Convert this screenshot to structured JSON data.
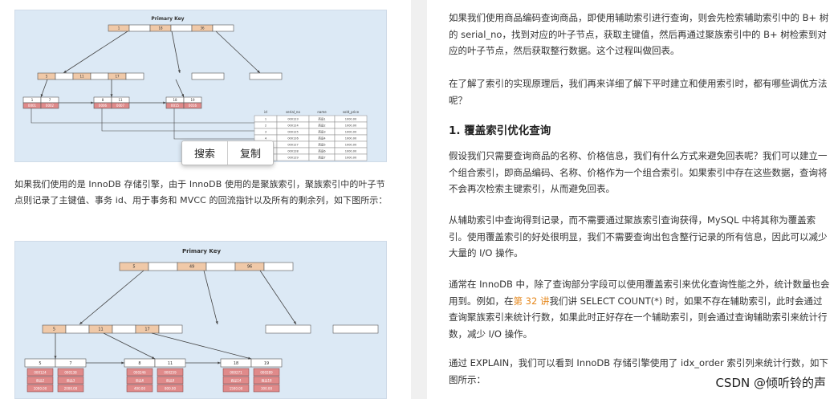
{
  "figures": {
    "top": {
      "title": "Primary Key",
      "root_keys": [
        "1",
        "18",
        "36"
      ],
      "level2_keys": [
        "5",
        "11",
        "17"
      ],
      "leaf_keys": [
        "1",
        "7",
        "8",
        "11",
        "18",
        "19"
      ],
      "leaf_ids": [
        "0001",
        "0002",
        "0006",
        "0007",
        "0015",
        "0016"
      ],
      "table_headers": [
        "id",
        "serial_no",
        "name",
        "sold_price"
      ],
      "table_rows": [
        [
          "1",
          "000123",
          "商品1",
          "1000.00"
        ],
        [
          "2",
          "000124",
          "商品2",
          "1000.00"
        ],
        [
          "3",
          "000125",
          "商品3",
          "1000.00"
        ],
        [
          "4",
          "000126",
          "商品4",
          "1000.00"
        ],
        [
          "5",
          "000127",
          "商品5",
          "1000.00"
        ],
        [
          "6",
          "000128",
          "商品6",
          "1000.00"
        ],
        [
          "7",
          "000129",
          "商品7",
          "1000.00"
        ]
      ]
    },
    "bottom": {
      "title": "Primary Key",
      "root_keys": [
        "5",
        "49",
        "96"
      ],
      "level2_keys": [
        "5",
        "11",
        "17"
      ],
      "leaf_keys": [
        "5",
        "7",
        "8",
        "11",
        "18",
        "19"
      ],
      "leaf_row1": [
        "000124",
        "000138",
        "000246",
        "000259",
        "000271",
        "000289"
      ],
      "leaf_row2": [
        "商品2",
        "商品3",
        "商品6",
        "商品9",
        "商品14",
        "商品18"
      ],
      "leaf_row3": [
        "1000.00",
        "2000.00",
        "400.00",
        "800.00",
        "1500.00",
        "300.00"
      ]
    }
  },
  "popup": {
    "search": "搜索",
    "copy": "复制"
  },
  "left_text": "如果我们使用的是 InnoDB 存储引擎，由于 InnoDB 使用的是聚族索引，聚族索引中的叶子节点则记录了主键值、事务 id、用于事务和 MVCC 的回流指针以及所有的剩余列，如下图所示：",
  "right": {
    "p1": "如果我们使用商品编码查询商品，即使用辅助索引进行查询，则会先检索辅助索引中的 B+ 树的 serial_no，找到对应的叶子节点，获取主键值，然后再通过聚族索引中的 B+ 树检索到对应的叶子节点，然后获取整行数据。这个过程叫做回表。",
    "p2": "在了解了索引的实现原理后，我们再来详细了解下平时建立和使用索引时，都有哪些调优方法呢？",
    "heading": "1. 覆盖索引优化查询",
    "p3": "假设我们只需要查询商品的名称、价格信息，我们有什么方式来避免回表呢？我们可以建立一个组合索引，即商品编码、名称、价格作为一个组合索引。如果索引中存在这些数据，查询将不会再次检索主键索引，从而避免回表。",
    "p4": "从辅助索引中查询得到记录，而不需要通过聚族索引查询获得，MySQL 中将其称为覆盖索引。使用覆盖索引的好处很明显，我们不需要查询出包含整行记录的所有信息，因此可以减少大量的 I/O 操作。",
    "p5_a": "通常在 InnoDB 中，除了查询部分字段可以使用覆盖索引来优化查询性能之外，统计数量也会用到。例如，在",
    "p5_link": "第 32 讲",
    "p5_b": "我们讲 SELECT COUNT(*) 时，如果不存在辅助索引，此时会通过查询聚族索引来统计行数，如果此时正好存在一个辅助索引，则会通过查询辅助索引来统计行数，减少 I/O 操作。",
    "p6": "通过 EXPLAIN，我们可以看到 InnoDB 存储引擎使用了 idx_order 索引列来统计行数，如下图所示："
  },
  "watermark": "CSDN @倾听铃的声"
}
